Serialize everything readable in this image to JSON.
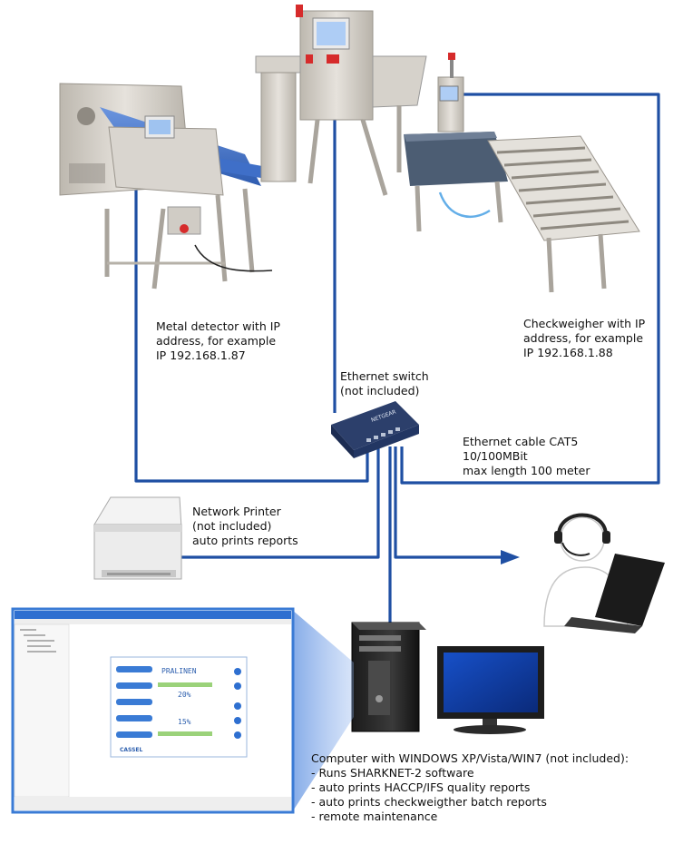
{
  "machines": {
    "metal_detector": {
      "name": "metal-detector",
      "lines": [
        "Metal detector with IP",
        "address, for example",
        "IP 192.168.1.87"
      ]
    },
    "checkweigher": {
      "name": "checkweigher",
      "lines": [
        "Checkweigher with IP",
        "address, for example",
        "IP 192.168.1.88"
      ]
    }
  },
  "switch": {
    "lines": [
      "Ethernet switch",
      "(not included)"
    ],
    "brand": "NETGEAR"
  },
  "cable": {
    "lines": [
      "Ethernet cable CAT5",
      "10/100MBit",
      "max length 100 meter"
    ]
  },
  "printer": {
    "lines": [
      "Network Printer",
      "(not included)",
      "auto prints reports"
    ]
  },
  "computer": {
    "lines": [
      "Computer with WINDOWS XP/Vista/WIN7 (not included):",
      "- Runs SHARKNET-2 software",
      "- auto prints HACCP/IFS quality reports",
      "- auto prints checkweigther batch reports",
      "- remote maintenance"
    ]
  },
  "software_screen": {
    "product_label": "PRALINEN",
    "values": [
      "20%",
      "15%"
    ],
    "brand": "CASSEL"
  },
  "colors": {
    "cable": "#1f4fa3",
    "machine_steel": "#cfcac2",
    "conveyor_blue": "#3f6fc8",
    "screen_border": "#3a7bd5"
  }
}
